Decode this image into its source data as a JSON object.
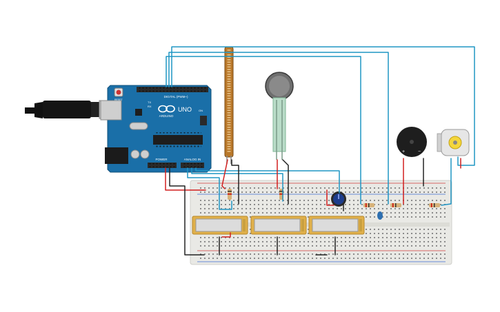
{
  "board": {
    "brand_label": "ARDUINO",
    "model_label": "UNO",
    "digital_header_label": "DIGITAL (PWM~)",
    "power_header_label": "POWER",
    "analog_header_label": "ANALOG IN",
    "tx_label": "TX",
    "rx_label": "RX",
    "reset_label": "RESET",
    "on_label": "ON"
  },
  "components": {
    "buzzer_plus_label": "+",
    "buzzer_minus_label": "−"
  },
  "colors": {
    "wire_blue": "#1f95c4",
    "wire_red": "#d21f1f",
    "wire_black": "#222222",
    "board_blue": "#1a6fa8",
    "header_black": "#2a2a2a",
    "breadboard": "#e9e9e5",
    "lcd_frame": "#e0b04a",
    "lcd_screen": "#dcdcdc",
    "flex_sensor": "#b9782a",
    "fsr_pad": "#6e6e6e",
    "fsr_trace": "#b9dcc8",
    "pot": "#1d3d8c",
    "resistor": "#d7b27a",
    "buzzer": "#1e1e1e",
    "motor": "#e6e6e6",
    "motor_center": "#f4d63c"
  },
  "icons": {
    "usb_cable": "usb-cable-icon",
    "infinity_logo": "infinity-logo-icon"
  }
}
